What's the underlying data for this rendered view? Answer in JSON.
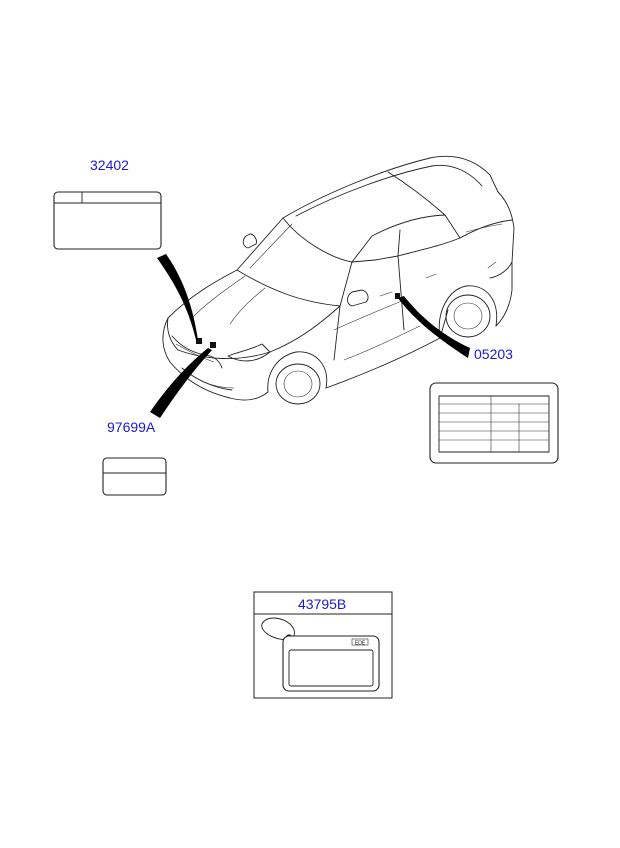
{
  "parts": {
    "label_32402": "32402",
    "label_97699a": "97699A",
    "label_05203": "05203",
    "label_43795b": "43795B"
  },
  "tag_text": "EDE",
  "colors": {
    "callout": "#1a1ad6",
    "line": "#222222",
    "background": "#ffffff"
  }
}
